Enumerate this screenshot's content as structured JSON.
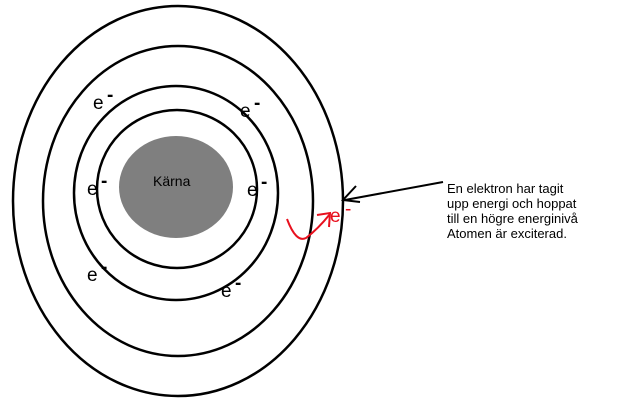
{
  "nucleus": {
    "label": "Kärna",
    "color": "#7f7f7f"
  },
  "electron": {
    "symbol": "e",
    "charge": "-"
  },
  "excited_electron": {
    "symbol": "e",
    "charge": "-",
    "color": "#e8101e"
  },
  "annotation": {
    "lines": [
      "En elektron har tagit",
      "upp energi och hoppat",
      "till en högre energinivå",
      "Atomen  är exciterad."
    ]
  },
  "colors": {
    "orbit": "#000000",
    "arrow": "#000000",
    "jump_arrow": "#e8101e"
  }
}
